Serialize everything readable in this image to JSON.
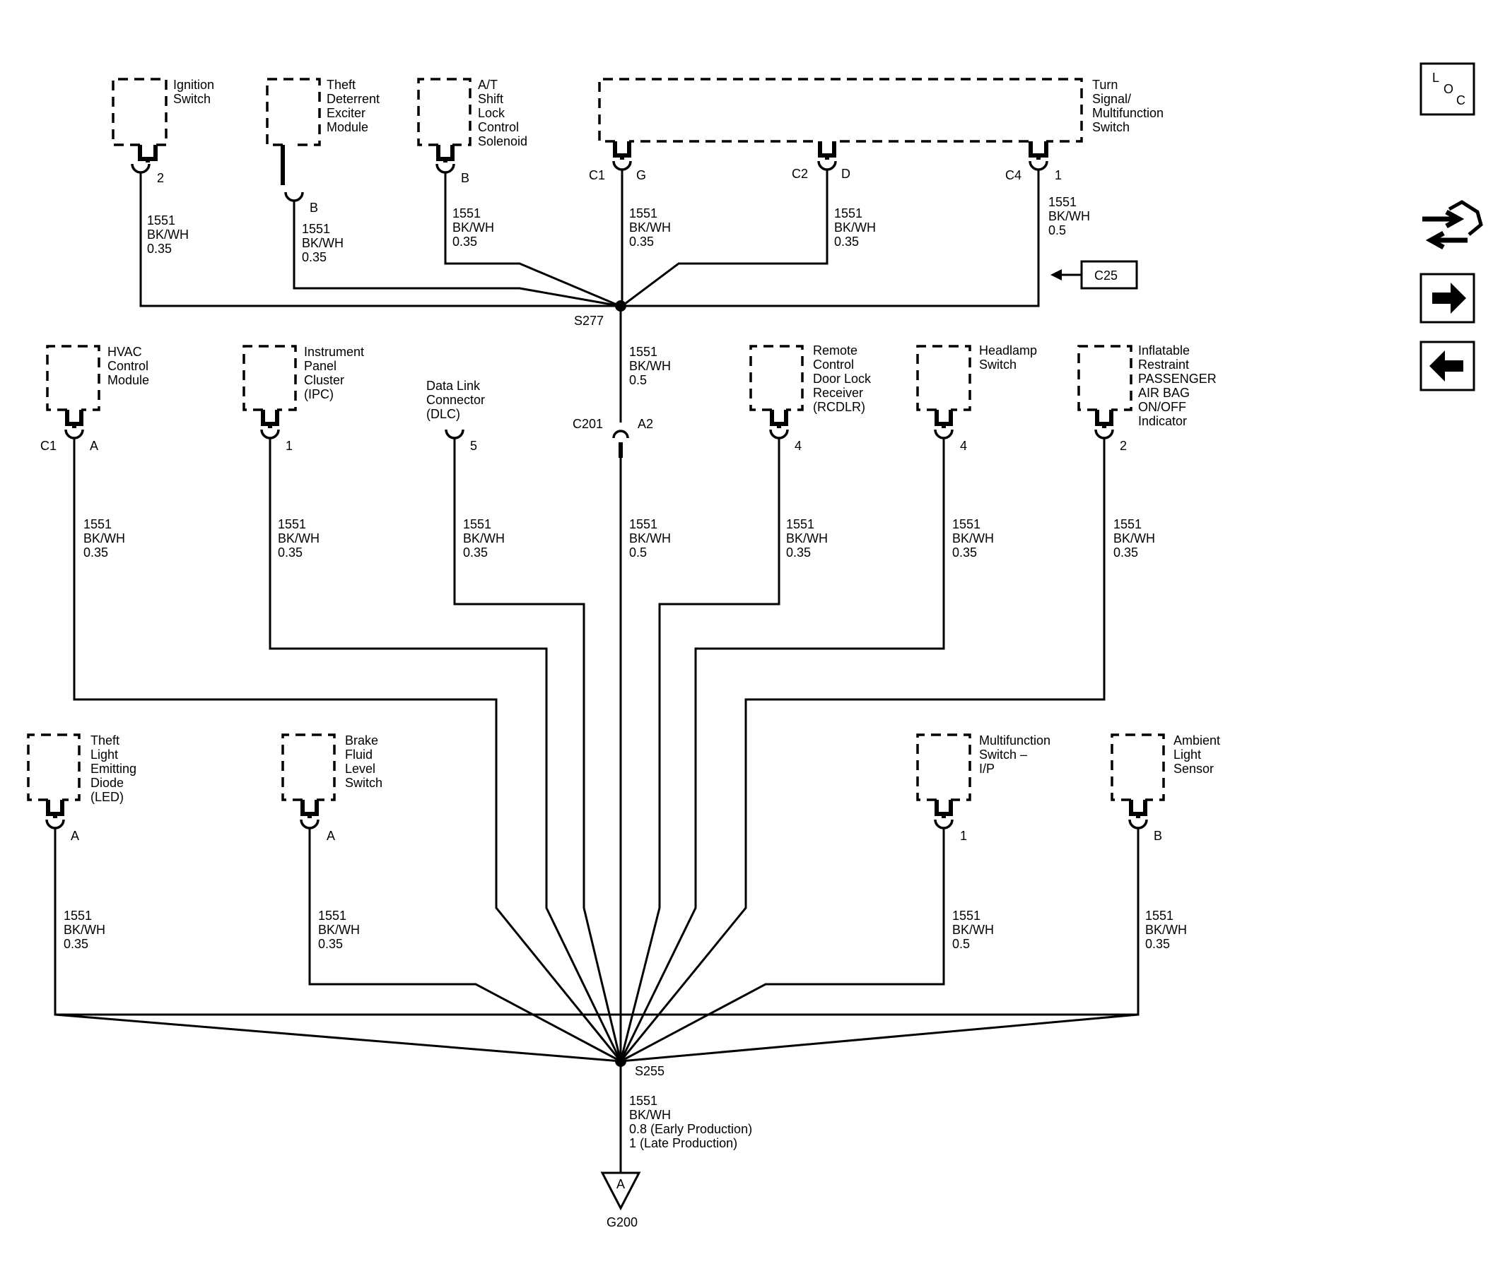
{
  "components": {
    "ignition": [
      "Ignition",
      "Switch"
    ],
    "theft_deterrent": [
      "Theft",
      "Deterrent",
      "Exciter",
      "Module"
    ],
    "shift_lock": [
      "A/T",
      "Shift",
      "Lock",
      "Control",
      "Solenoid"
    ],
    "turn_signal": [
      "Turn",
      "Signal/",
      "Multifunction",
      "Switch"
    ],
    "hvac": [
      "HVAC",
      "Control",
      "Module"
    ],
    "ipc": [
      "Instrument",
      "Panel",
      "Cluster",
      "(IPC)"
    ],
    "dlc": [
      "Data Link",
      "Connector",
      "(DLC)"
    ],
    "rcdlr": [
      "Remote",
      "Control",
      "Door Lock",
      "Receiver",
      "(RCDLR)"
    ],
    "headlamp": [
      "Headlamp",
      "Switch"
    ],
    "inflatable": [
      "Inflatable",
      "Restraint",
      "PASSENGER",
      "AIR BAG",
      "ON/OFF",
      "Indicator"
    ],
    "theft_led": [
      "Theft",
      "Light",
      "Emitting",
      "Diode",
      "(LED)"
    ],
    "brake_fluid": [
      "Brake",
      "Fluid",
      "Level",
      "Switch"
    ],
    "multifunction_ip": [
      "Multifunction",
      "Switch –",
      "I/P"
    ],
    "ambient": [
      "Ambient",
      "Light",
      "Sensor"
    ]
  },
  "pins": {
    "ignition": "2",
    "theft_deterrent": "B",
    "shift_lock": "B",
    "ts_g": "G",
    "ts_d": "D",
    "ts_1": "1",
    "hvac": "A",
    "ipc": "1",
    "dlc": "5",
    "c201": "A2",
    "rcdlr": "4",
    "headlamp": "4",
    "inflatable": "2",
    "theft_led": "A",
    "brake_fluid": "A",
    "multifunction_ip": "1",
    "ambient": "B"
  },
  "connectors": {
    "ts_c1": "C1",
    "ts_c2": "C2",
    "ts_c4": "C4",
    "hvac_c1": "C1",
    "c201": "C201",
    "c25": "C25"
  },
  "wires": {
    "w_ignition": [
      "1551",
      "BK/WH",
      "0.35"
    ],
    "w_theft_deterrent": [
      "1551",
      "BK/WH",
      "0.35"
    ],
    "w_shift_lock": [
      "1551",
      "BK/WH",
      "0.35"
    ],
    "w_ts_g": [
      "1551",
      "BK/WH",
      "0.35"
    ],
    "w_ts_d": [
      "1551",
      "BK/WH",
      "0.35"
    ],
    "w_ts_1": [
      "1551",
      "BK/WH",
      "0.5"
    ],
    "w_s277_c201": [
      "1551",
      "BK/WH",
      "0.5"
    ],
    "w_hvac": [
      "1551",
      "BK/WH",
      "0.35"
    ],
    "w_ipc": [
      "1551",
      "BK/WH",
      "0.35"
    ],
    "w_dlc": [
      "1551",
      "BK/WH",
      "0.35"
    ],
    "w_c201_s255": [
      "1551",
      "BK/WH",
      "0.5"
    ],
    "w_rcdlr": [
      "1551",
      "BK/WH",
      "0.35"
    ],
    "w_headlamp": [
      "1551",
      "BK/WH",
      "0.35"
    ],
    "w_inflatable": [
      "1551",
      "BK/WH",
      "0.35"
    ],
    "w_theft_led": [
      "1551",
      "BK/WH",
      "0.35"
    ],
    "w_brake_fluid": [
      "1551",
      "BK/WH",
      "0.35"
    ],
    "w_multifunction_ip": [
      "1551",
      "BK/WH",
      "0.5"
    ],
    "w_ambient": [
      "1551",
      "BK/WH",
      "0.35"
    ],
    "w_ground": [
      "1551",
      "BK/WH",
      "0.8 (Early Production)",
      "1 (Late Production)"
    ]
  },
  "splices": {
    "s277": "S277",
    "s255": "S255"
  },
  "ground": {
    "letter": "A",
    "name": "G200"
  },
  "nav": {
    "loc_l": "L",
    "loc_o": "O",
    "loc_c": "C"
  },
  "icons": [
    "loc-icon",
    "handshake-icon",
    "arrow-right-icon",
    "arrow-left-icon"
  ]
}
